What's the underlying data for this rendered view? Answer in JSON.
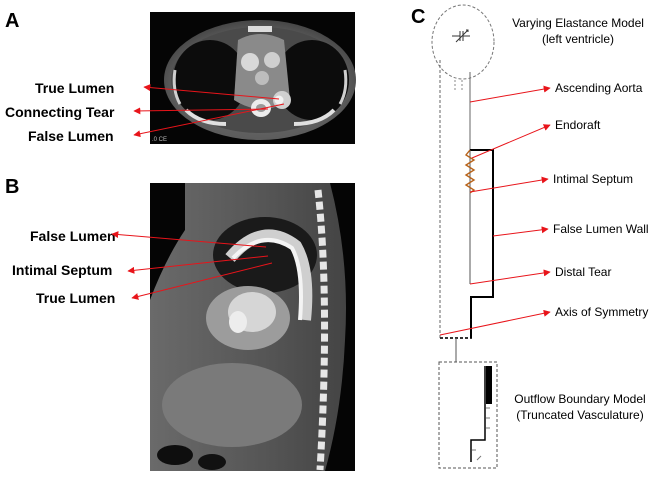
{
  "panels": {
    "a": {
      "letter": "A",
      "scan_caption": ".0 CE",
      "labels": [
        "True Lumen",
        "Connecting Tear",
        "False Lumen"
      ]
    },
    "b": {
      "letter": "B",
      "labels": [
        "False Lumen",
        "Intimal Septum",
        "True Lumen"
      ]
    },
    "c": {
      "letter": "C",
      "model_title_line1": "Varying Elastance Model",
      "model_title_line2": "(left ventricle)",
      "labels": [
        "Ascending Aorta",
        "Endoraft",
        "Intimal Septum",
        "False Lumen Wall",
        "Distal Tear",
        "Axis of Symmetry"
      ],
      "outflow_line1": "Outflow Boundary Model",
      "outflow_line2": "(Truncated Vasculature)"
    }
  },
  "colors": {
    "arrow": "#e8141a",
    "spring": "#b8631a",
    "ct_background": "#050505"
  }
}
